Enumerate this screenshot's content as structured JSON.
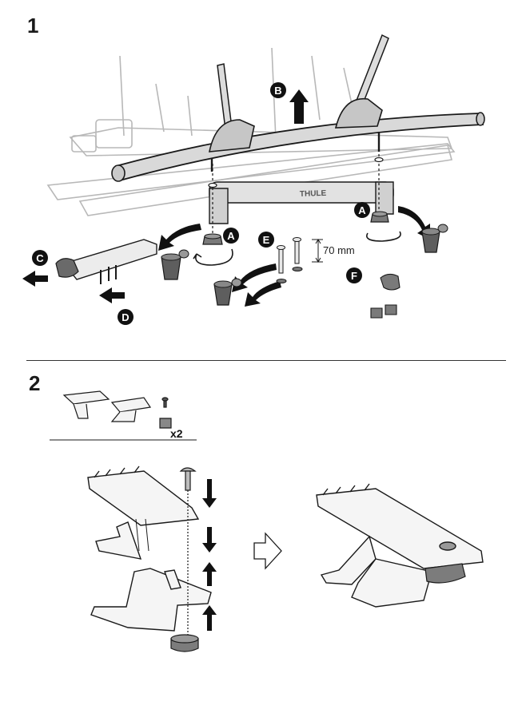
{
  "steps": [
    {
      "number": "1"
    },
    {
      "number": "2"
    }
  ],
  "callouts": [
    "A",
    "B",
    "C",
    "D",
    "E",
    "F",
    "A"
  ],
  "dimension_label": "70 mm",
  "brand_text": "THULE",
  "quantity_label": "x2",
  "colors": {
    "line": "#1a1a1a",
    "ghost_line": "#b5b5b5",
    "part_fill": "#f3f3f3",
    "bar_fill": "#d8d8d8",
    "knob_fill": "#6a6a6a",
    "callout_fill": "#111111"
  }
}
